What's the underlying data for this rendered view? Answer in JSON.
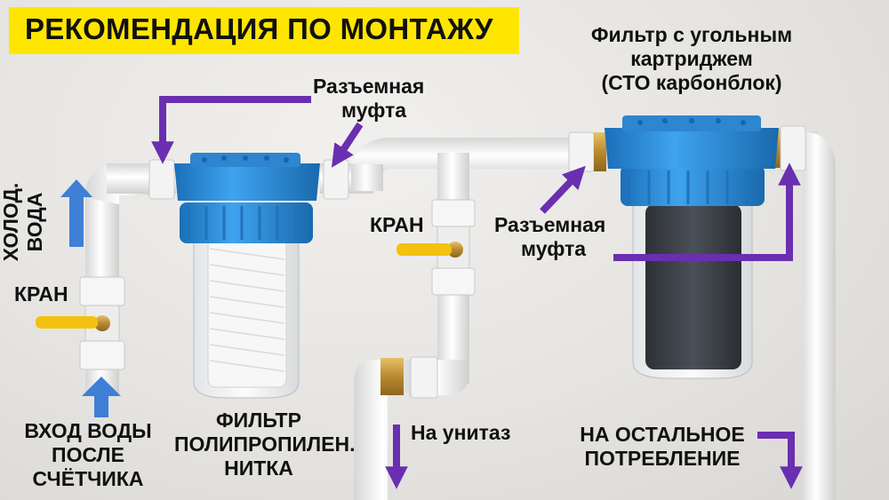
{
  "title": "РЕКОМЕНДАЦИЯ ПО МОНТАЖУ",
  "labels": {
    "coupling_top_line1": "Разъемная",
    "coupling_top_line2": "муфта",
    "carbon_filter_line1": "Фильтр с угольным",
    "carbon_filter_line2": "картриджем",
    "carbon_filter_line3": "(СТО карбонблок)",
    "cold_water_line1": "ХОЛОД.",
    "cold_water_line2": "ВОДА",
    "valve_left": "КРАН",
    "valve_middle": "КРАН",
    "coupling_right_line1": "Разъемная",
    "coupling_right_line2": "муфта",
    "inlet_line1": "ВХОД ВОДЫ",
    "inlet_line2": "ПОСЛЕ",
    "inlet_line3": "СЧЁТЧИКА",
    "pp_filter_line1": "ФИЛЬТР",
    "pp_filter_line2": "ПОЛИПРОПИЛЕН.",
    "pp_filter_line3": "НИТКА",
    "toilet": "На унитаз",
    "rest_line1": "НА ОСТАЛЬНОЕ",
    "rest_line2": "ПОТРЕБЛЕНИЕ"
  },
  "colors": {
    "title_bg": "#ffe600",
    "arrow_purple": "#6a2fb0",
    "arrow_blue": "#3f7fd6",
    "filter_blue": "#2a8fd8",
    "pipe_white": "#f7f7f7"
  }
}
